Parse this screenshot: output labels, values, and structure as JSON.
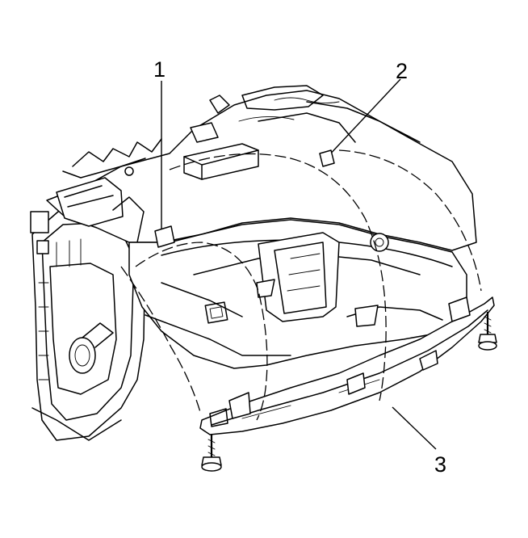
{
  "figure": {
    "callouts": [
      {
        "id": "1",
        "label": "1"
      },
      {
        "id": "2",
        "label": "2"
      },
      {
        "id": "3",
        "label": "3"
      }
    ]
  }
}
